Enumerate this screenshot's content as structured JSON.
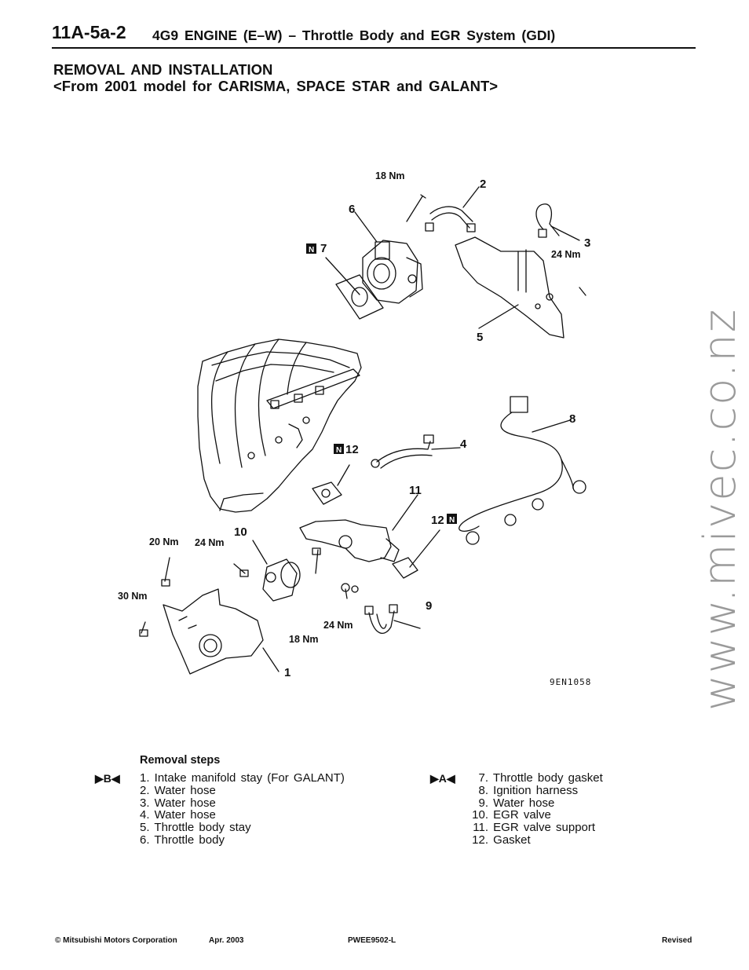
{
  "header": {
    "code": "11A-5a-2",
    "title": "4G9 ENGINE (E–W) – Throttle Body and EGR System (GDI)"
  },
  "section": {
    "line1": "REMOVAL AND INSTALLATION",
    "line2": "<From 2001 model for CARISMA, SPACE STAR and GALANT>"
  },
  "diagram": {
    "figure_code": "9EN1058",
    "new_part_mark": "N",
    "callouts": {
      "c1": "1",
      "c2": "2",
      "c3": "3",
      "c4": "4",
      "c5": "5",
      "c6": "6",
      "c7": "7",
      "c8": "8",
      "c9": "9",
      "c10": "10",
      "c11": "11",
      "c12a": "12",
      "c12b": "12"
    },
    "torques": {
      "t_top": "18 Nm",
      "t_stay": "24 Nm",
      "t_20": "20 Nm",
      "t_24a": "24 Nm",
      "t_30": "30 Nm",
      "t_24b": "24 Nm",
      "t_18b": "18 Nm"
    }
  },
  "watermark": "www.mivec.co.nz",
  "removal": {
    "title": "Removal steps",
    "marker_left": "▶B◀",
    "marker_right": "▶A◀",
    "left_steps": [
      "1. Intake manifold stay (For GALANT)",
      "2. Water hose",
      "3. Water hose",
      "4. Water hose",
      "5. Throttle body stay",
      "6. Throttle body"
    ],
    "right_steps": [
      {
        "n": "7.",
        "t": "Throttle body gasket"
      },
      {
        "n": "8.",
        "t": "Ignition harness"
      },
      {
        "n": "9.",
        "t": "Water hose"
      },
      {
        "n": "10.",
        "t": "EGR valve"
      },
      {
        "n": "11.",
        "t": "EGR valve support"
      },
      {
        "n": "12.",
        "t": "Gasket"
      }
    ]
  },
  "footer": {
    "copyright": "© Mitsubishi Motors Corporation",
    "date": "Apr. 2003",
    "doc_code": "PWEE9502-L",
    "status": "Revised"
  }
}
